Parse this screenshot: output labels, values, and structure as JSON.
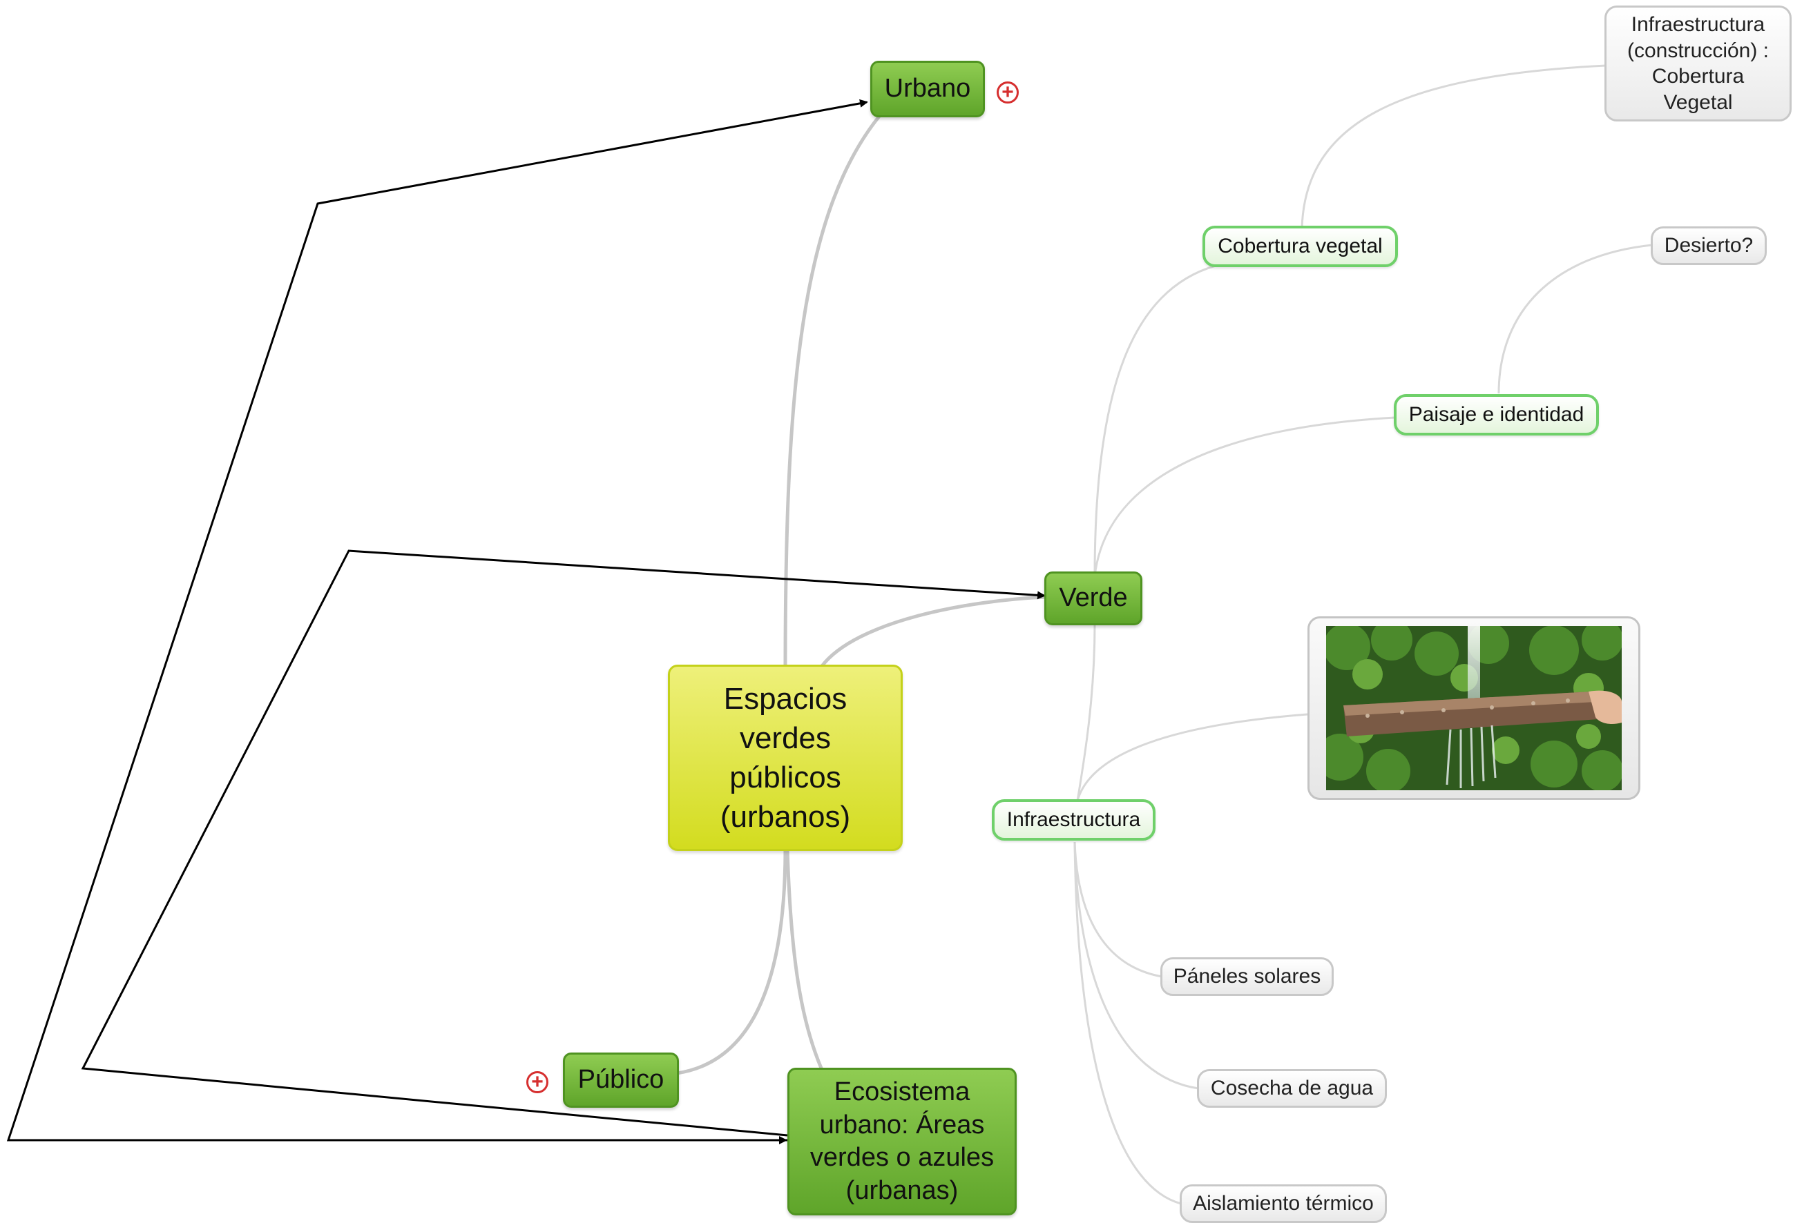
{
  "nodes": {
    "central": "Espacios verdes públicos (urbanos)",
    "urbano": "Urbano",
    "verde": "Verde",
    "publico": "Público",
    "ecosistema": "Ecosistema urbano: Áreas verdes o azules (urbanas)",
    "cobertura_vegetal": "Cobertura vegetal",
    "paisaje": "Paisaje e identidad",
    "infraestructura": "Infraestructura",
    "infra_cobertura": "Infraestructura (construcción) : Cobertura Vegetal",
    "desierto": "Desierto?",
    "paneles": "Páneles solares",
    "cosecha": "Cosecha de agua",
    "aislamiento": "Aislamiento térmico"
  },
  "expand_symbol": "+",
  "image": {
    "icon": "photo-icon",
    "subject": "permeable-pavement-water"
  },
  "colors": {
    "central": "#d6dd2a",
    "main": "#6bb032",
    "sub_border": "#6fd06a",
    "leaf_border": "#c8c8c8",
    "branch": "#c9c9c9",
    "relationship": "#000000",
    "expand": "#d62f2f"
  }
}
